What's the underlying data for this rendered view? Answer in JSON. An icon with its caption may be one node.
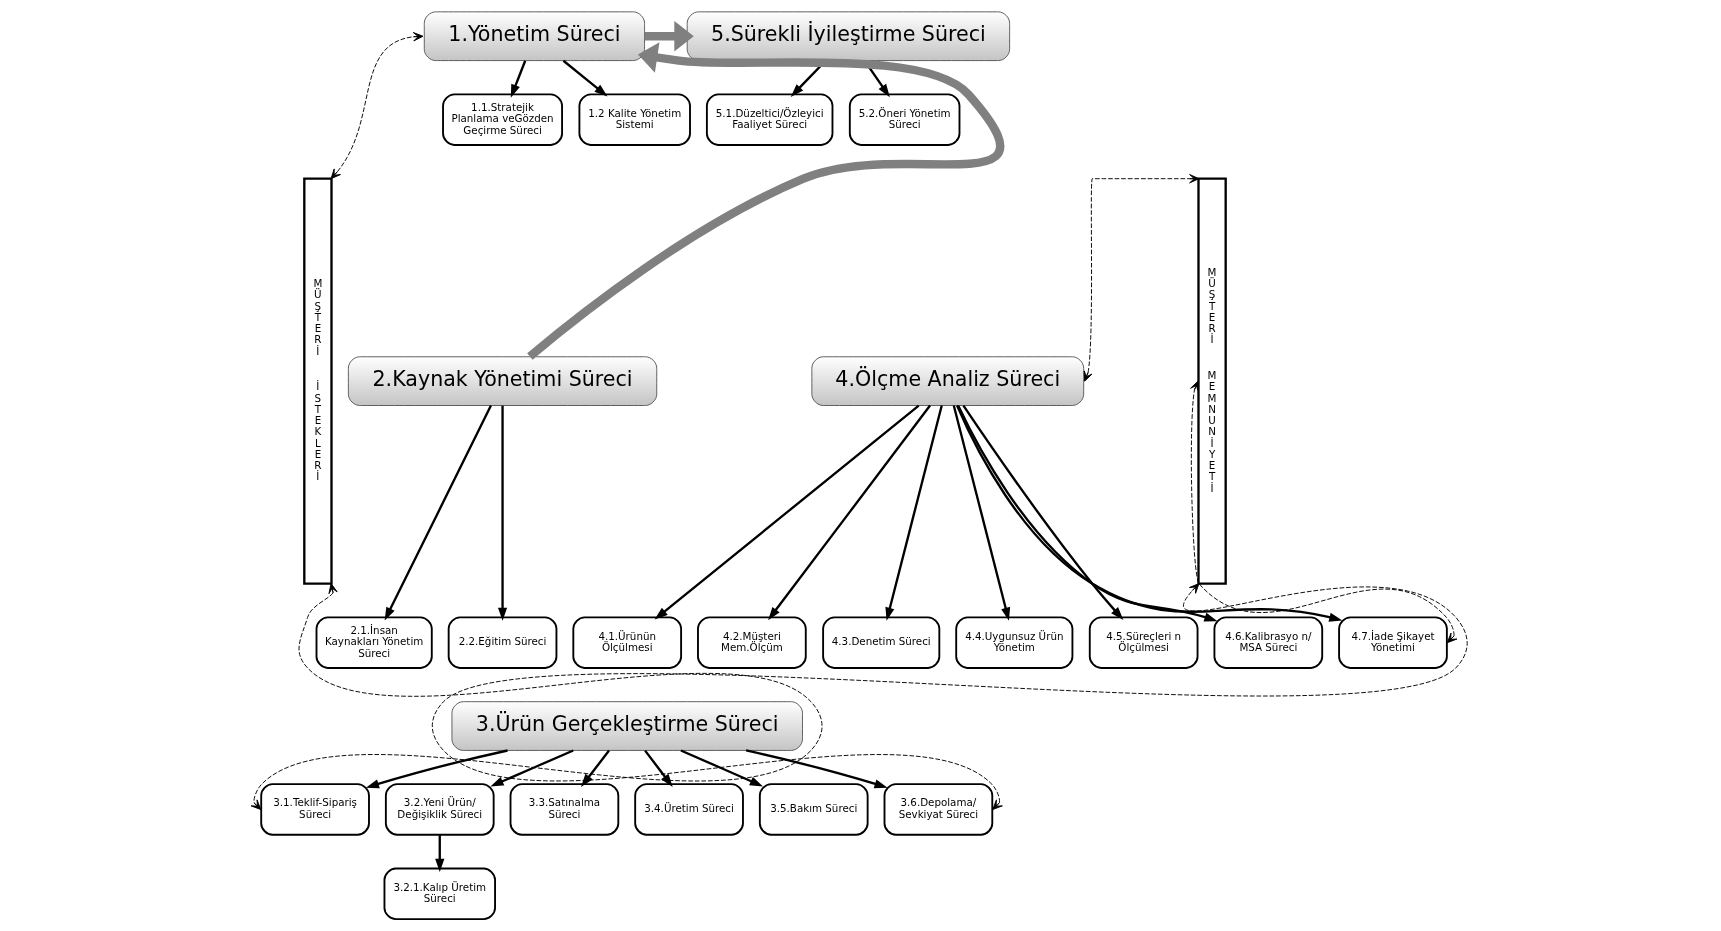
{
  "diagram": {
    "nodes": [
      {
        "text": [
          "MÜŞTERİ",
          "İSTEKLERİ"
        ]
      },
      {
        "text": [
          "MÜŞTERİ",
          "MEMNUNİYETİ"
        ]
      },
      {
        "text": [
          "1.Yönetim Süreci"
        ]
      },
      {
        "text": [
          "1.1.Stratejik Planlama veGözden Geçirme Süreci"
        ]
      },
      {
        "text": [
          "1.2 Kalite Yönetim Sistemi"
        ]
      },
      {
        "text": [
          "5.Sürekli İyileştirme Süreci"
        ]
      },
      {
        "text": [
          "5.1.Düzeltici/Özleyici Faaliyet Süreci"
        ]
      },
      {
        "text": [
          "5.2.Öneri Yönetim Süreci"
        ]
      },
      {
        "text": [
          "2.Kaynak Yönetimi Süreci"
        ]
      },
      {
        "text": [
          "2.1.İnsan Kaynakları Yönetim Süreci"
        ]
      },
      {
        "text": [
          "2.2.Eğitim Süreci"
        ]
      },
      {
        "text": [
          "4.Ölçme Analiz Süreci"
        ]
      },
      {
        "text": [
          "4.1.Ürünün Ölçülmesi"
        ]
      },
      {
        "text": [
          "4.2.Müşteri Mem.Ölçüm"
        ]
      },
      {
        "text": [
          "4.3.Denetim Süreci"
        ]
      },
      {
        "text": [
          "4.4.Uygunsuz Ürün Yönetim"
        ]
      },
      {
        "text": [
          "4.5.Süreçleri n Ölçülmesi"
        ]
      },
      {
        "text": [
          "4.6.Kalibrasyo n/ MSA Süreci"
        ]
      },
      {
        "text": [
          "4.7.İade Şikayet Yönetimi"
        ]
      },
      {
        "text": [
          "3.Ürün Gerçekleştirme Süreci"
        ]
      },
      {
        "text": [
          "3.1.Teklif-Sipariş Süreci"
        ]
      },
      {
        "text": [
          "3.2.Yeni Ürün/ Değişiklik Süreci"
        ]
      },
      {
        "text": [
          "3.3.Satınalma Süreci"
        ]
      },
      {
        "text": [
          "3.4.Üretim Süreci"
        ]
      },
      {
        "text": [
          "3.5.Bakım Süreci"
        ]
      },
      {
        "text": [
          "3.6.Depolama/ Sevkiyat Süreci"
        ]
      },
      {
        "text": [
          "3.2.1.Kalıp Üretim Süreci"
        ]
      }
    ],
    "edges": [
      {
        "from": 0,
        "to": 2,
        "arrow": "both",
        "style": "dashed"
      },
      {
        "from": 2,
        "to": 3,
        "arrow": "to"
      },
      {
        "from": 2,
        "to": 4,
        "arrow": "to"
      },
      {
        "from": 8,
        "to": 2,
        "arrow": "to",
        "style": "thick",
        "color": "#808080"
      },
      {
        "from": 2,
        "to": 5,
        "arrow": "to",
        "style": "thick",
        "color": "#808080"
      },
      {
        "from": 5,
        "to": 6,
        "arrow": "to"
      },
      {
        "from": 5,
        "to": 7,
        "arrow": "to"
      },
      {
        "from": 8,
        "to": 9,
        "arrow": "to"
      },
      {
        "from": 8,
        "to": 10,
        "arrow": "to"
      },
      {
        "from": 11,
        "to": 1,
        "arrow": "both",
        "style": "dashed"
      },
      {
        "from": 11,
        "to": 12,
        "arrow": "to"
      },
      {
        "from": 11,
        "to": 13,
        "arrow": "to"
      },
      {
        "from": 11,
        "to": 14,
        "arrow": "to"
      },
      {
        "from": 11,
        "to": 15,
        "arrow": "to"
      },
      {
        "from": 11,
        "to": 16,
        "arrow": "to"
      },
      {
        "from": 11,
        "to": 17,
        "arrow": "to"
      },
      {
        "from": 11,
        "to": 18,
        "arrow": "to"
      },
      {
        "from": 18,
        "to": 1,
        "arrow": "both",
        "style": "dashed"
      },
      {
        "from": 19,
        "to": 20,
        "arrow": "to"
      },
      {
        "from": 19,
        "to": 21,
        "arrow": "to"
      },
      {
        "from": 19,
        "to": 22,
        "arrow": "to"
      },
      {
        "from": 19,
        "to": 23,
        "arrow": "to"
      },
      {
        "from": 19,
        "to": 24,
        "arrow": "to"
      },
      {
        "from": 19,
        "to": 25,
        "arrow": "to"
      },
      {
        "from": 0,
        "to": 20,
        "arrow": "both",
        "style": "dashed"
      },
      {
        "from": 21,
        "to": 26,
        "arrow": "to"
      },
      {
        "from": 25,
        "to": 1,
        "arrow": "both",
        "style": "dashed"
      }
    ]
  }
}
